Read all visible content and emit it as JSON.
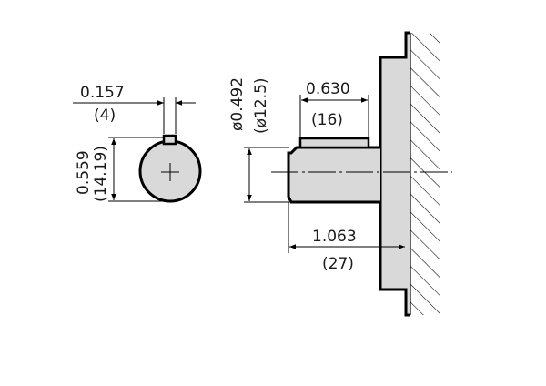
{
  "keyway_width": {
    "inch": "0.157",
    "mm": "(4)"
  },
  "key_height": {
    "inch": "0.559",
    "mm": "(14.19)"
  },
  "shaft_diameter": {
    "inch": "ø0.492",
    "mm": "(ø12.5)"
  },
  "key_length": {
    "inch": "0.630",
    "mm": "(16)"
  },
  "shaft_length": {
    "inch": "1.063",
    "mm": "(27)"
  }
}
